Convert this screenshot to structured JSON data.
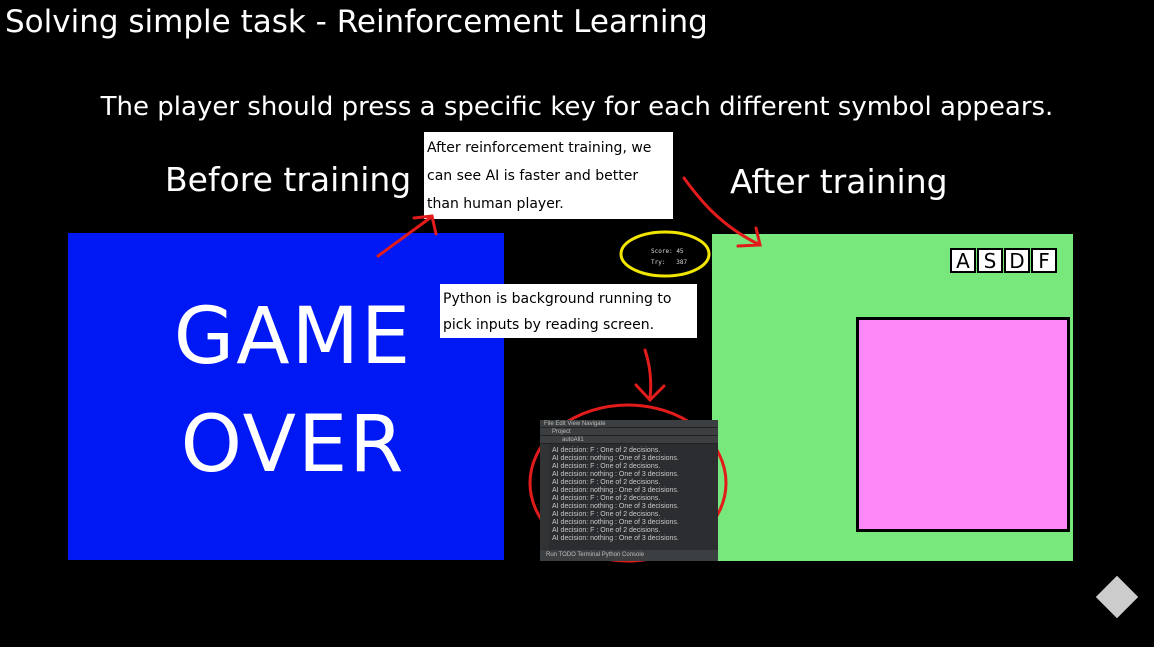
{
  "title": "Solving simple task - Reinforcement Learning",
  "subtitle": "The player should press a specific key for each different symbol appears.",
  "before": {
    "heading": "Before training",
    "screen_text": "GAME OVER",
    "color": "#0019f4"
  },
  "after": {
    "heading": "After training",
    "keys": [
      "A",
      "S",
      "D",
      "F"
    ],
    "color": "#78e87c",
    "symbol_color": "#ff88f8"
  },
  "captions": {
    "ai": "After reinforcement training, we can see AI is faster and better than human player.",
    "python": "Python is background running to pick inputs by reading screen."
  },
  "score": {
    "score_label": "Score:",
    "score_value": "45",
    "try_label": "Try:",
    "try_value": "387"
  },
  "ide": {
    "menu": "File  Edit  View  Navigate",
    "project": "Project",
    "tab": "autoAll1",
    "log": [
      "AI decision: F : One of 2 decisions.",
      "AI decision: nothing : One of 3 decisions.",
      "AI decision: F : One of 2 decisions.",
      "AI decision: nothing : One of 3 decisions.",
      "AI decision: F : One of 2 decisions.",
      "AI decision: nothing : One of 3 decisions.",
      "AI decision: F : One of 2 decisions.",
      "AI decision: nothing : One of 3 decisions.",
      "AI decision: F : One of 2 decisions.",
      "AI decision: nothing : One of 3 decisions.",
      "AI decision: F : One of 2 decisions.",
      "AI decision: nothing : One of 3 decisions."
    ],
    "footer": "Run   TODO   Terminal   Python Console"
  },
  "annotation_colors": {
    "arrows": "#e21b1b",
    "score_ellipse": "#f2e600",
    "ide_circle": "#e21b1b"
  }
}
